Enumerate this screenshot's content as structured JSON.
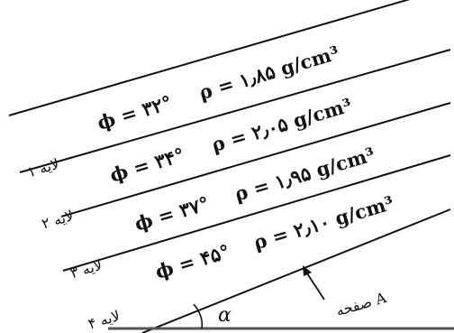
{
  "layers": [
    {
      "label": "لایه ۱",
      "phi": "ϕ = ۳۲°",
      "rho": "ρ = ۱٫۸۵ g/cm³"
    },
    {
      "label": "لایه ۲",
      "phi": "ϕ = ۳۴°",
      "rho": "ρ = ۲٫۰۵ g/cm³"
    },
    {
      "label": "لایه ۳",
      "phi": "ϕ = ۳۷°",
      "rho": "ρ = ۱٫۹۵ g/cm³"
    },
    {
      "label": "لایه ۴",
      "phi": "ϕ = ۴۵°",
      "rho": "ρ = ۲٫۱۰ g/cm³"
    }
  ],
  "plane_label": "صفحه A",
  "angle_label": "α"
}
